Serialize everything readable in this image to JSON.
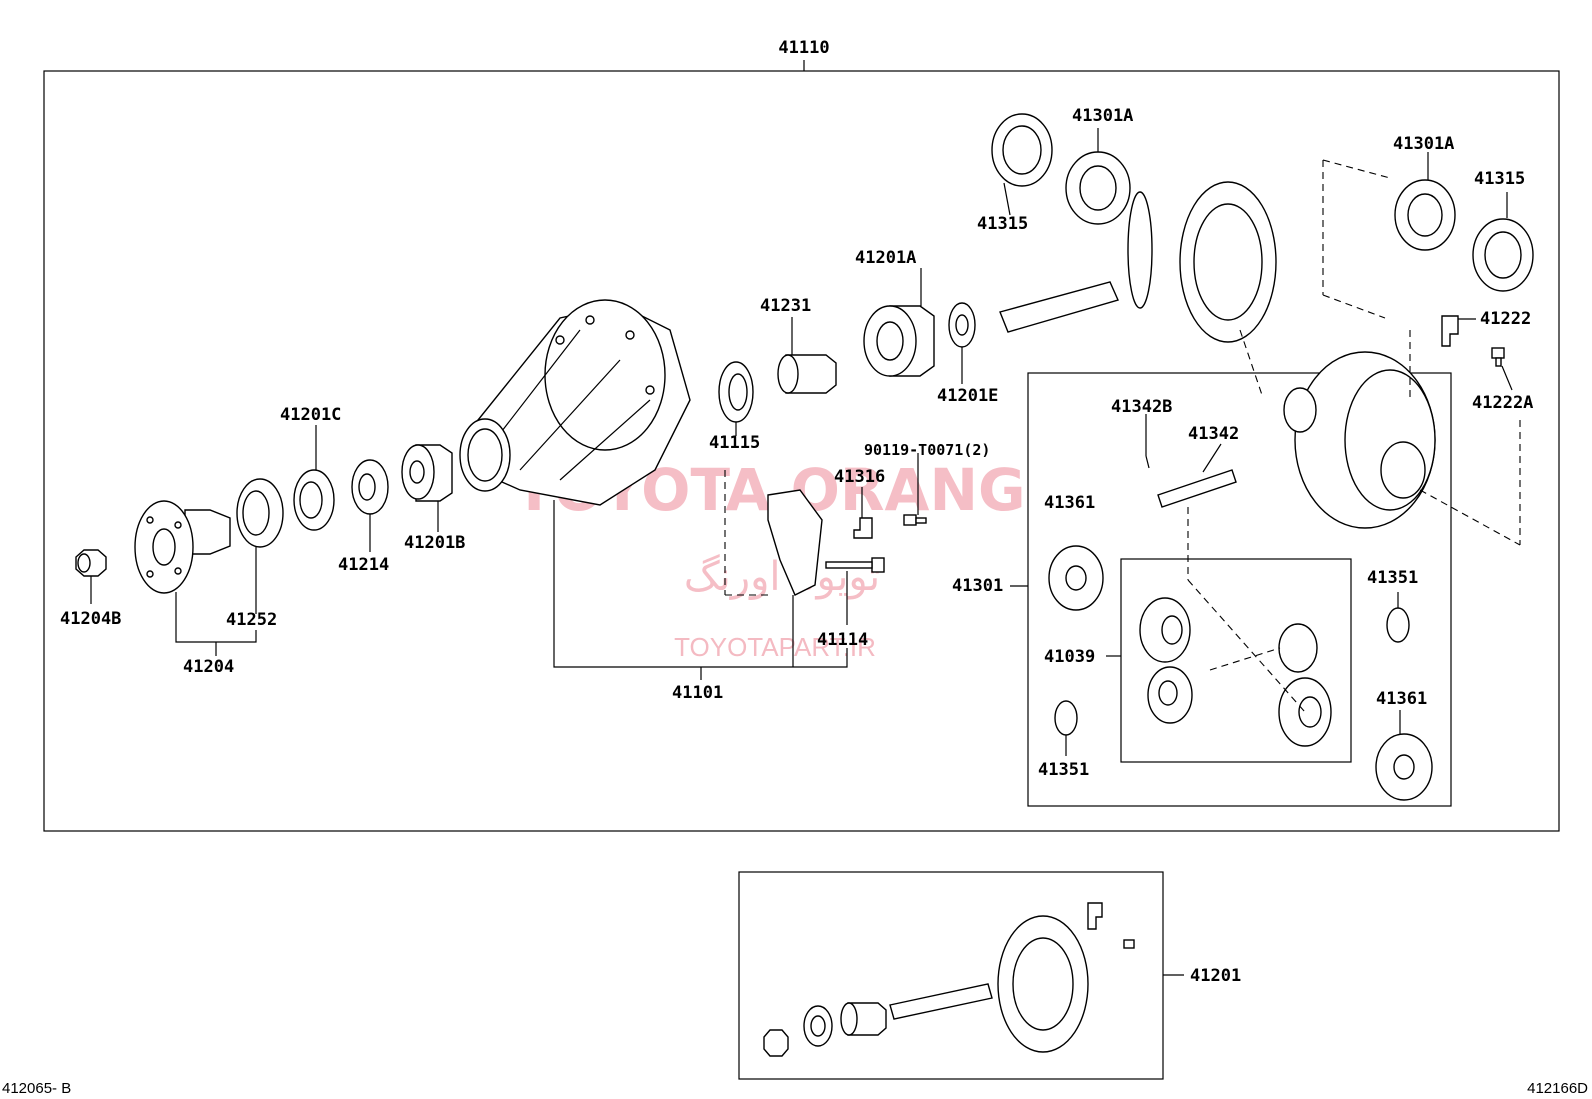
{
  "assembly": {
    "main_code": "41110",
    "sub_code": "41201"
  },
  "corner_codes": {
    "left": "412065- B",
    "right": "412166D"
  },
  "watermark": {
    "title": "TOYOTA ORANG",
    "persian": "تویوتا اورنگ",
    "url": "TOYOTAPART.IR"
  },
  "labels": {
    "p41315_top": "41315",
    "p41301A_top": "41301A",
    "p41201A": "41201A",
    "p41231": "41231",
    "p41301A_right": "41301A",
    "p41315_right": "41315",
    "p41222": "41222",
    "p41222A": "41222A",
    "p41201C": "41201C",
    "p41115": "41115",
    "p41201E": "41201E",
    "p41342B": "41342B",
    "p41342": "41342",
    "p90119": "90119-T0071(2)",
    "p41316": "41316",
    "p41361_left": "41361",
    "p41214": "41214",
    "p41201B": "41201B",
    "p41204B": "41204B",
    "p41252": "41252",
    "p41204": "41204",
    "p41114": "41114",
    "p41101": "41101",
    "p41301": "41301",
    "p41351_right": "41351",
    "p41039": "41039",
    "p41361_right": "41361",
    "p41351_left": "41351"
  },
  "colors": {
    "line": "#000000",
    "watermark": "#f2a9b3",
    "background": "#ffffff"
  }
}
